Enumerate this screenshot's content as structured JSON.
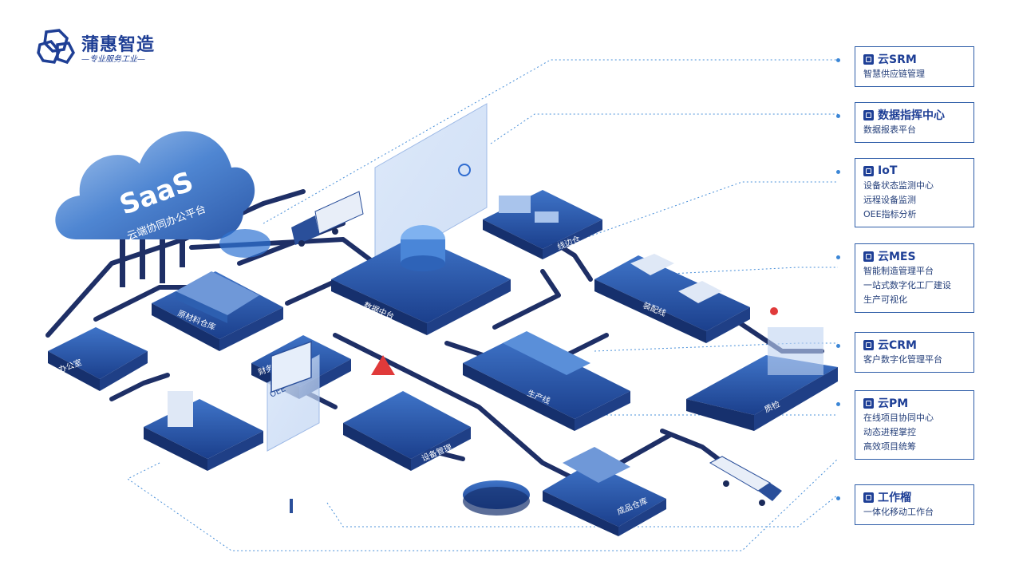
{
  "brand": {
    "title": "蒲惠智造",
    "slogan": "—专业服务工业—",
    "primary_color": "#1e3f96",
    "accent_color": "#3b86d6"
  },
  "cloud": {
    "title": "SaaS",
    "subtitle": "云端协同办公平台"
  },
  "platforms": [
    {
      "label": "办公室"
    },
    {
      "label": "原材料仓库"
    },
    {
      "label": "财务室"
    },
    {
      "label": "数据中台"
    },
    {
      "label": "线边仓"
    },
    {
      "label": "装配线"
    },
    {
      "label": "生产线"
    },
    {
      "label": "设备管理"
    },
    {
      "label": "质检"
    },
    {
      "label": "成品仓库"
    }
  ],
  "oee_label": "OEE",
  "modules": [
    {
      "icon": "supply-chain-icon",
      "title": "云SRM",
      "lines": [
        "智慧供应链管理"
      ]
    },
    {
      "icon": "data-screen-icon",
      "title": "数据指挥中心",
      "lines": [
        "数据报表平台"
      ]
    },
    {
      "icon": "iot-device-icon",
      "title": "IoT",
      "lines": [
        "设备状态监测中心",
        "远程设备监测",
        "OEE指标分析"
      ]
    },
    {
      "icon": "mes-user-icon",
      "title": "云MES",
      "lines": [
        "智能制造管理平台",
        "一站式数字化工厂建设",
        "生产可视化"
      ]
    },
    {
      "icon": "crm-grid-icon",
      "title": "云CRM",
      "lines": [
        "客户数字化管理平台"
      ]
    },
    {
      "icon": "pm-list-icon",
      "title": "云PM",
      "lines": [
        "在线项目协同中心",
        "动态进程掌控",
        "高效项目统筹"
      ]
    },
    {
      "icon": "mobile-phone-icon",
      "title": "工作榴",
      "lines": [
        "一体化移动工作台"
      ]
    }
  ]
}
